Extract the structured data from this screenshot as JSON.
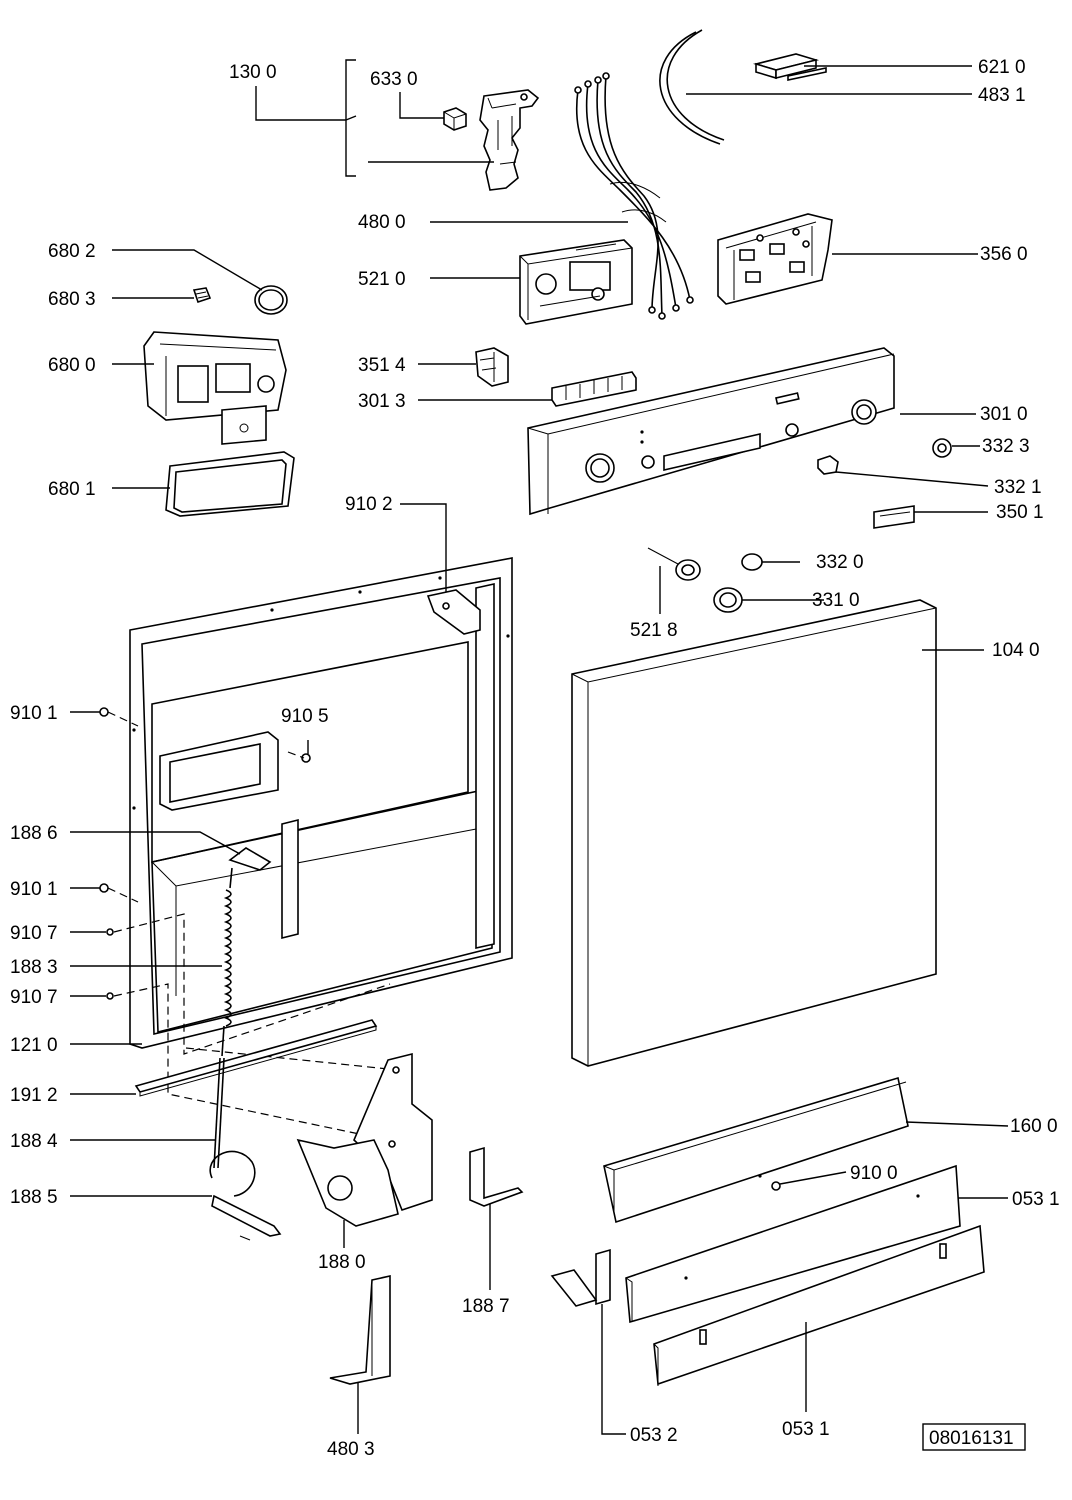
{
  "diagram": {
    "labels": {
      "l1300": "130 0",
      "l6330": "633 0",
      "l6210": "621 0",
      "l4831": "483 1",
      "l6802": "680 2",
      "l4800": "480 0",
      "l3560": "356 0",
      "l5210": "521 0",
      "l6803": "680 3",
      "l6800": "680 0",
      "l3514": "351 4",
      "l3013": "301 3",
      "l3010": "301 0",
      "l3323": "332 3",
      "l6801": "680 1",
      "l3321": "332 1",
      "l9102": "910 2",
      "l3501": "350 1",
      "l3320": "332 0",
      "l3310": "331 0",
      "l5218": "521 8",
      "l1040": "104 0",
      "l9101a": "910 1",
      "l9105": "910 5",
      "l1886": "188 6",
      "l9101b": "910 1",
      "l9107a": "910 7",
      "l1883": "188 3",
      "l9107b": "910 7",
      "l1210": "121 0",
      "l1912": "191 2",
      "l1600": "160 0",
      "l1884": "188 4",
      "l9100": "910 0",
      "l0531a": "053 1",
      "l1885": "188 5",
      "l1880": "188 0",
      "l1887": "188 7",
      "l0532": "053 2",
      "l0531b": "053 1",
      "l4803": "480 3"
    },
    "drawing_id": "08016131"
  }
}
